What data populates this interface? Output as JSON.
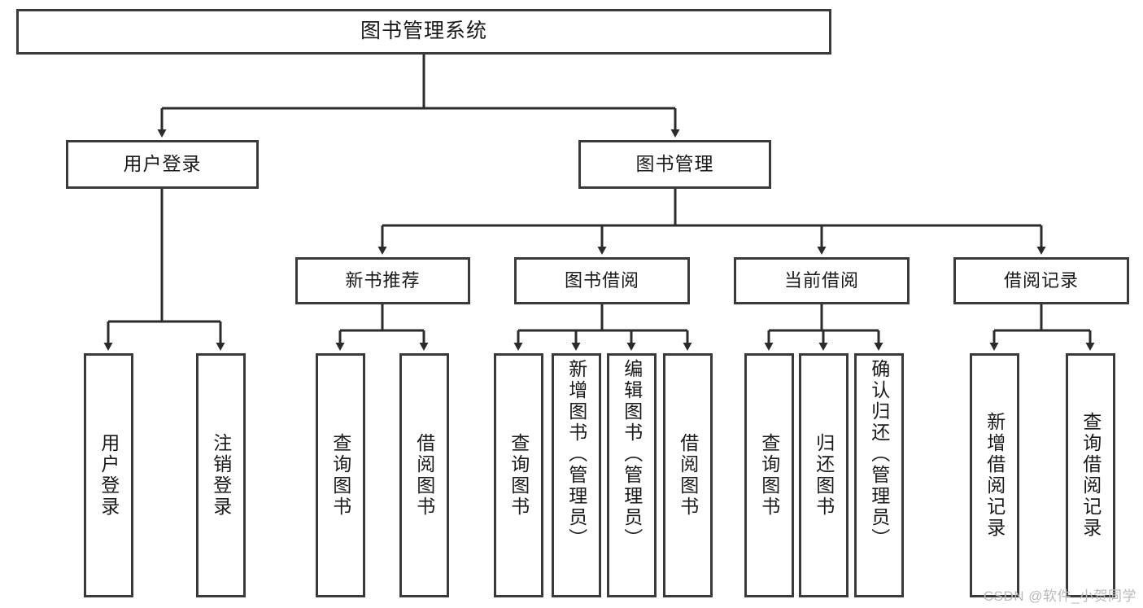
{
  "diagram": {
    "type": "tree-hierarchy",
    "title": "图书管理系统",
    "orientation": "top-down",
    "edge_style": "orthogonal-with-arrowheads",
    "colors": {
      "box_border": "#3a3a3a",
      "box_fill": "#ffffff",
      "edge": "#2b2b2b",
      "text": "#1a1a1a",
      "watermark": "#b9b9b9"
    },
    "root": {
      "label": "图书管理系统"
    },
    "level2": [
      {
        "label": "用户登录"
      },
      {
        "label": "图书管理"
      }
    ],
    "level3": [
      {
        "label": "新书推荐"
      },
      {
        "label": "图书借阅"
      },
      {
        "label": "当前借阅"
      },
      {
        "label": "借阅记录"
      }
    ],
    "leaves": {
      "user_login": [
        {
          "label": "用户登录"
        },
        {
          "label": "注销登录"
        }
      ],
      "new_book": [
        {
          "label": "查询图书"
        },
        {
          "label": "借阅图书"
        }
      ],
      "book_borrow": [
        {
          "label": "查询图书"
        },
        {
          "label": "新增图书（管理员）"
        },
        {
          "label": "编辑图书（管理员）"
        },
        {
          "label": "借阅图书"
        }
      ],
      "current_borrow": [
        {
          "label": "查询图书"
        },
        {
          "label": "归还图书"
        },
        {
          "label": "确认归还（管理员）"
        }
      ],
      "borrow_record": [
        {
          "label": "新增借阅记录"
        },
        {
          "label": "查询借阅记录"
        }
      ]
    }
  },
  "watermark": {
    "text": "CSDN @软件_小贺同学"
  }
}
